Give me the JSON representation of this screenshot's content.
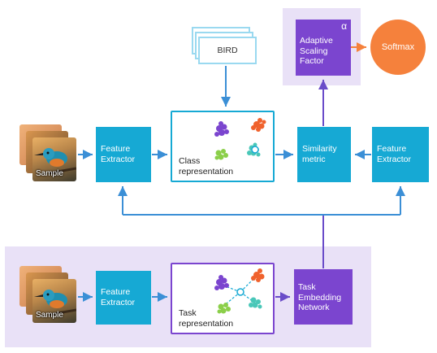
{
  "sample_label": "Sample",
  "feature_extractor_label": "Feature Extractor",
  "bird_label": "BIRD",
  "class_representation_label": "Class representation",
  "task_representation_label": "Task representation",
  "similarity_metric_label": "Similarity metric",
  "adaptive_scaling_label": "Adaptive Scaling Factor",
  "alpha_symbol": "α",
  "softmax_label": "Softmax",
  "task_embedding_label": "Task Embedding Network",
  "colors": {
    "cyan": "#16a9d4",
    "purple": "#7b45cf",
    "lavender": "#e9e1f7",
    "orange": "#f5813c",
    "arrow_blue": "#3b8fd6",
    "arrow_purple": "#6a4cc9"
  }
}
